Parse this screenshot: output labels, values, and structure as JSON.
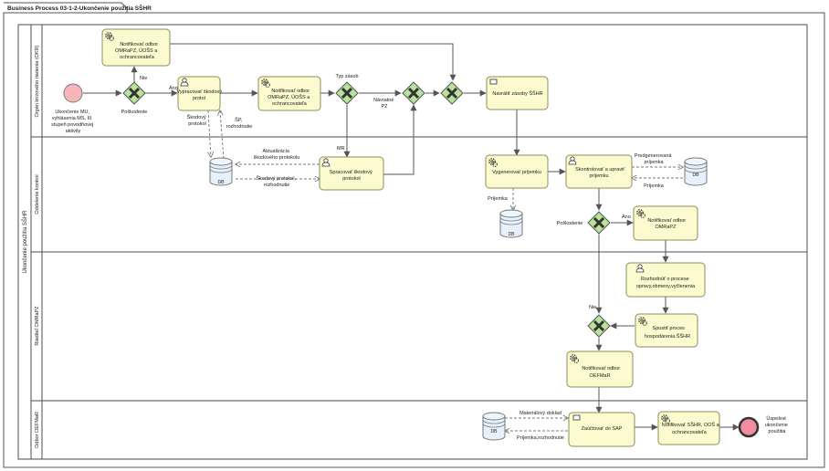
{
  "title": "Business Process 03-1-2-Ukončenie použitia SŠHR",
  "pool": {
    "label": "Ukončenie použitia SŠHR"
  },
  "lanes": [
    {
      "label": "Orgán krízového riadenia (OKR)"
    },
    {
      "label": "Oddelenie kontrol"
    },
    {
      "label": "Riaditeľ OMRaPZ"
    },
    {
      "label": "Odbor OEFMaR"
    }
  ],
  "tasks": {
    "notify_top": [
      "Notifikovať odbor",
      "OMRaPZ, ÚOŠS a",
      "ochrancovateľa"
    ],
    "vypracovat": [
      "Vypracovať škodový",
      "protol"
    ],
    "notify_okr": [
      "Notifikovať odbor",
      "OMRaPZ, ÚOŠS a",
      "ochrancovateľa"
    ],
    "navratit": [
      "Navrátiť zásoby ŠŠHR"
    ],
    "spracovat": [
      "Spracovať škodový",
      "protokol"
    ],
    "generovat": [
      "Vygenerovať príjemku"
    ],
    "skontrolovat": [
      "Skontrolovať a upraviť",
      "príjemku"
    ],
    "notify_omrapz": [
      "Notifikovať odbor",
      "OMRaPZ"
    ],
    "rozhodnut": [
      "Rozhodnúť o procese",
      "opravy,obmeny,vyčlenenia"
    ],
    "spustit": [
      "Spustiť proces",
      "hospodárenia ŠŠHR"
    ],
    "notify_oefmar": [
      "Notifikovať odbor",
      "OEFMaR"
    ],
    "zauctovat": [
      "Zaúčtovať do SAP"
    ],
    "notify_final": [
      "Notifikovať SŠHR, OOŠ a",
      "ochrancovateľa"
    ]
  },
  "events": {
    "start": [
      "Ukončenie MU,",
      "vyhlásenia MS, III.",
      "stupeň povodňovej",
      "aktivity"
    ],
    "end": [
      "Úspešné",
      "ukončenie",
      "použitia"
    ]
  },
  "gateways": {
    "poskodenie1": "Poškodenie",
    "typ_zasob": "Typ zásob",
    "poskodenie2": "Poškodenie"
  },
  "data_stores": {
    "db": "DB"
  },
  "flow_labels": {
    "nie_top": "Nie",
    "ano_1": "Áno",
    "mr": "MR",
    "navratne_pz": [
      "Návratné",
      "PZ"
    ],
    "ano_2": "Áno",
    "nie_2": "Nie",
    "skodovy_protokol": [
      "Škodový",
      "protokol"
    ],
    "sp_rozhodnutie": [
      "ŠP,",
      "rozhodnutie"
    ],
    "aktualizacia": [
      "Aktualizácia",
      "škodového protokolu"
    ],
    "skodovy_rozhodnutie": [
      "Škodový protokol,",
      "rozhodnutie"
    ],
    "prijemka": "Príjemka",
    "predgenerovana": [
      "Predgenerovaná",
      "príjemka"
    ],
    "prijemka2": "Príjemka",
    "materialovy": "Materiálový doklad",
    "prijemka_rozhodnutie": "Príjemka,rozhodnutie"
  },
  "colors": {
    "task_fill": "#fbfbcf",
    "task_stroke": "#8c8c5c",
    "gateway_fill": "#b9e29b",
    "start_fill": "#f7b6b9",
    "end_fill": "#f08ea0",
    "store_fill": "#e6f1fb",
    "lane_line": "#4d4d4d",
    "edge": "#555555"
  }
}
